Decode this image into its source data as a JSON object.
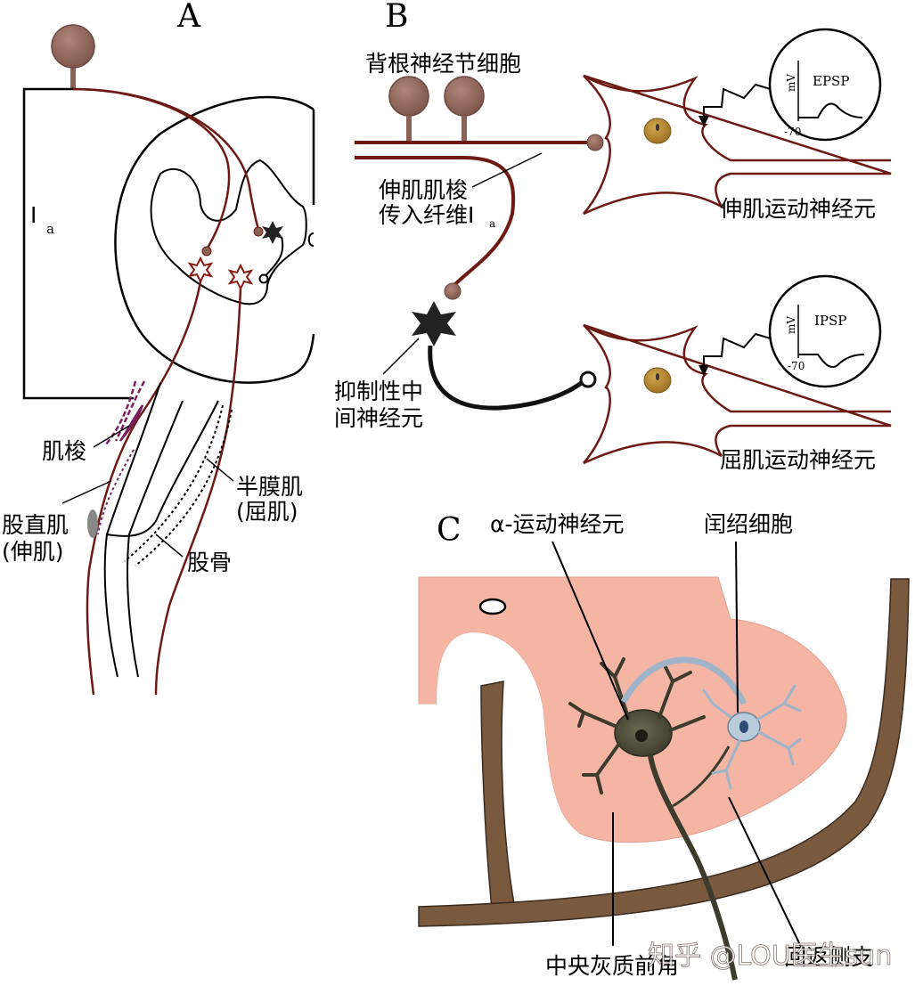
{
  "panels": {
    "a": "A",
    "b": "B",
    "c": "C"
  },
  "panel_a": {
    "ia_main": "I",
    "ia_sub": "a",
    "muscle_spindle": "肌梭",
    "rectus_femoris": "股直肌",
    "rectus_femoris_role": "(伸肌)",
    "semimembranosus": "半膜肌",
    "semimembranosus_role": "(屈肌)",
    "femur": "股骨"
  },
  "panel_b": {
    "drg_cells": "背根神经节细胞",
    "afferent_line1": "伸肌肌梭",
    "afferent_line2": "传入纤维I",
    "afferent_sub": "a",
    "interneuron_line1": "抑制性中",
    "interneuron_line2": "间神经元",
    "extensor_mn": "伸肌运动神经元",
    "flexor_mn": "屈肌运动神经元",
    "epsp": "EPSP",
    "ipsp": "IPSP",
    "mv": "mV",
    "rest1": "-70",
    "rest2": "-70"
  },
  "panel_c": {
    "alpha_mn": "α-运动神经元",
    "renshaw": "闰绍细胞",
    "ventral_horn": "中央灰质前角",
    "recurrent_collateral": "回返侧支"
  },
  "watermark": "知乎 @LOU医生sun",
  "colors": {
    "nerve": "#6e1a14",
    "soma": "#8c6257",
    "grey_matter": "#f5b5a5",
    "white_matter_band": "#7a5a3e",
    "nucleus": "#b98a34"
  }
}
